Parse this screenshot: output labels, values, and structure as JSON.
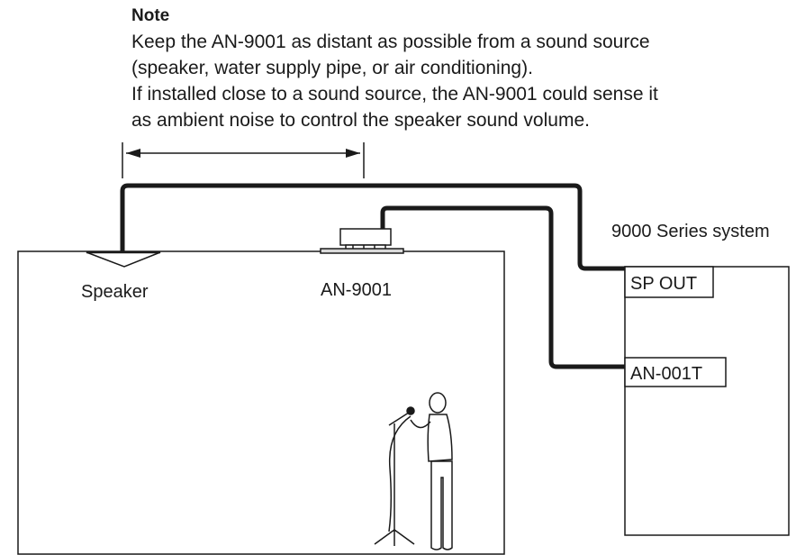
{
  "note": {
    "title": "Note",
    "lines": [
      "Keep the AN-9001 as distant as possible from a sound source",
      "(speaker, water supply pipe, or air conditioning).",
      "If installed close to a sound source, the AN-9001 could sense it",
      "as ambient noise to control the speaker sound volume."
    ]
  },
  "diagram": {
    "speaker_label": "Speaker",
    "sensor_label": "AN-9001",
    "system_label": "9000 Series system",
    "ports": {
      "sp_out": "SP OUT",
      "an_input": "AN-001T"
    }
  },
  "colors": {
    "line": "#1a1a1a",
    "background": "#ffffff"
  }
}
